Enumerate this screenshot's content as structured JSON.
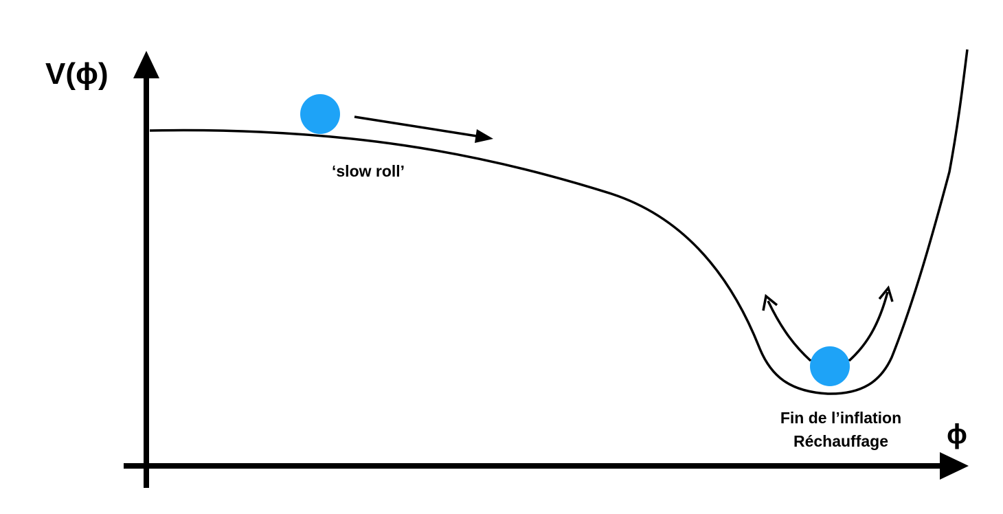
{
  "labels": {
    "y_axis": "V(ϕ)",
    "x_axis": "ϕ",
    "slow_roll": "‘slow roll’",
    "end_line1": "Fin de l’inflation",
    "end_line2": "Réchauffage"
  },
  "colors": {
    "ball": "#1ea3f7",
    "stroke": "#000000"
  }
}
